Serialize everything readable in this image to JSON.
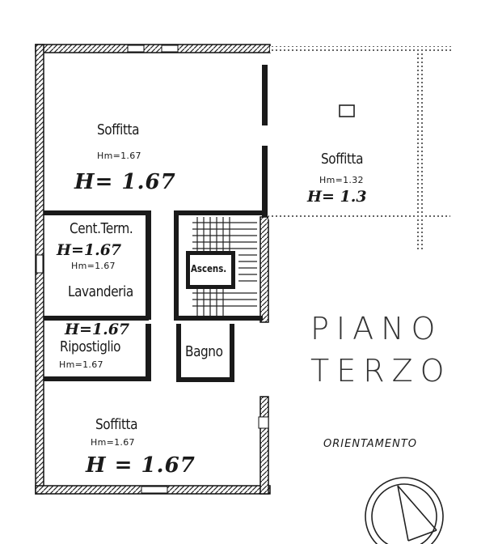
{
  "floor_plan": {
    "title_line1": "PIANO",
    "title_line2": "TERZO",
    "orientation_label": "ORIENTAMENTO",
    "rooms": [
      {
        "id": "soffitta-top",
        "name": "Soffitta",
        "hm": "Hm=1.67",
        "h": "H= 1.67"
      },
      {
        "id": "soffitta-right",
        "name": "Soffitta",
        "hm": "Hm=1.32",
        "h": "H= 1.3"
      },
      {
        "id": "cent-term",
        "name": "Cent.Term.",
        "hm": "Hm=1.67",
        "h": "H=1.67"
      },
      {
        "id": "lavanderia",
        "name": "Lavanderia"
      },
      {
        "id": "ripostiglio",
        "name": "Ripostiglio",
        "hm": "Hm=1.67",
        "h": "H=1.67"
      },
      {
        "id": "ascens",
        "name": "Ascens."
      },
      {
        "id": "bagno",
        "name": "Bagno"
      },
      {
        "id": "soffitta-bottom",
        "name": "Soffitta",
        "hm": "Hm=1.67",
        "h": "H = 1.67"
      }
    ]
  }
}
